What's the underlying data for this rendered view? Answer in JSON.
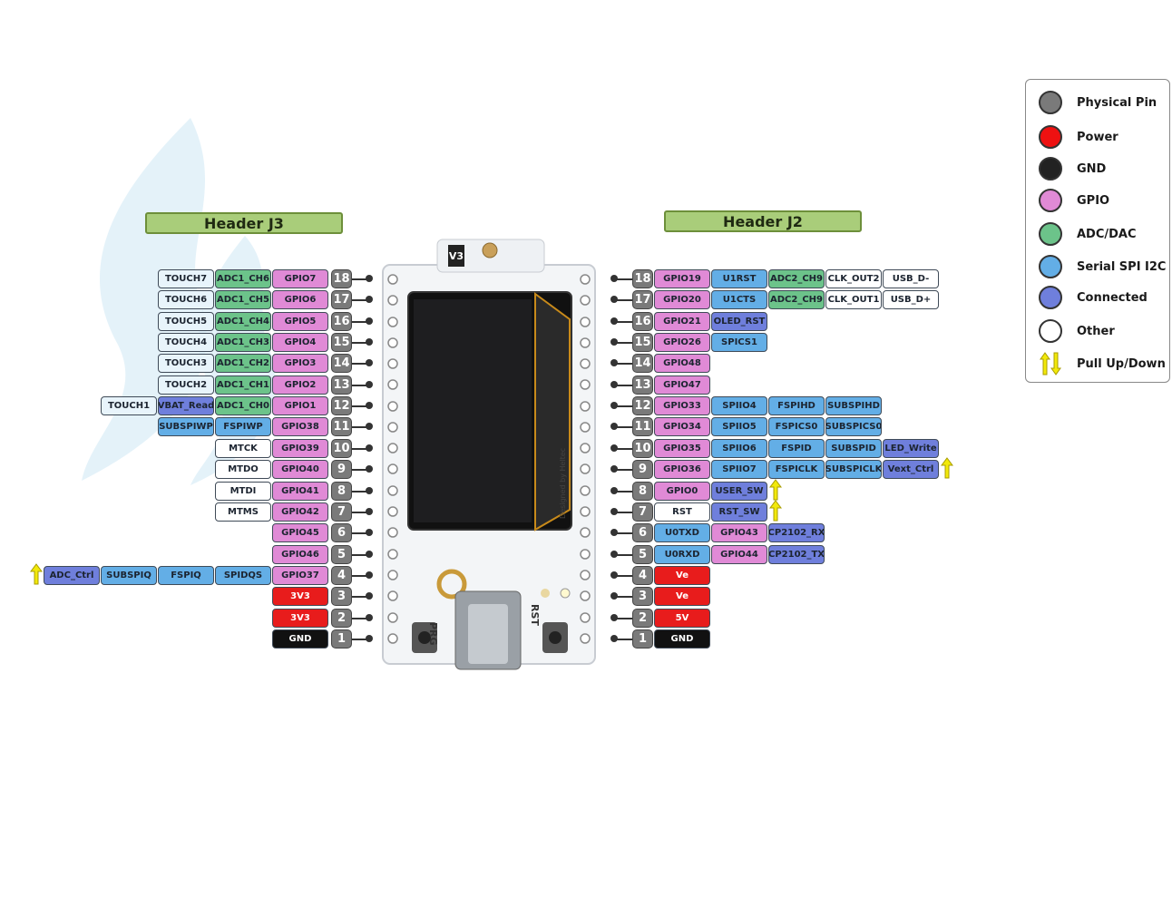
{
  "headers": {
    "j3": "Header J3",
    "j2": "Header J2"
  },
  "colors": {
    "physical": "#7a7a7a",
    "power": "#e81c1c",
    "gnd": "#111111",
    "gpio": "#e08ad6",
    "adc": "#6cc38a",
    "serial": "#63aee6",
    "connected": "#6f7fdc",
    "other": "#ffffff",
    "touch": "#e8f4fb"
  },
  "legend": [
    {
      "label": "Physical Pin",
      "color": "#7a7a7a",
      "kind": "circle"
    },
    {
      "label": "Power",
      "color": "#ee1111",
      "kind": "circle"
    },
    {
      "label": "GND",
      "color": "#222222",
      "kind": "circle"
    },
    {
      "label": "GPIO",
      "color": "#e08ad6",
      "kind": "circle"
    },
    {
      "label": "ADC/DAC",
      "color": "#6cc38a",
      "kind": "circle"
    },
    {
      "label": "Serial SPI I2C",
      "color": "#63aee6",
      "kind": "circle"
    },
    {
      "label": "Connected",
      "color": "#6f7fdc",
      "kind": "circle"
    },
    {
      "label": "Other",
      "color": "#ffffff",
      "kind": "circle"
    },
    {
      "label": "Pull Up/Down",
      "color": "#f2e90a",
      "kind": "arrows"
    }
  ],
  "board": {
    "label_v3": "V3",
    "label_prg": "PRG",
    "label_rst": "RST",
    "label_design": "Designed by Heltec"
  },
  "j3_pins": [
    {
      "num": "18",
      "labels": [
        {
          "t": "GPIO7",
          "c": "gpio"
        },
        {
          "t": "ADC1_CH6",
          "c": "adc"
        },
        {
          "t": "TOUCH7",
          "c": "touch"
        }
      ]
    },
    {
      "num": "17",
      "labels": [
        {
          "t": "GPIO6",
          "c": "gpio"
        },
        {
          "t": "ADC1_CH5",
          "c": "adc"
        },
        {
          "t": "TOUCH6",
          "c": "touch"
        }
      ]
    },
    {
      "num": "16",
      "labels": [
        {
          "t": "GPIO5",
          "c": "gpio"
        },
        {
          "t": "ADC1_CH4",
          "c": "adc"
        },
        {
          "t": "TOUCH5",
          "c": "touch"
        }
      ]
    },
    {
      "num": "15",
      "labels": [
        {
          "t": "GPIO4",
          "c": "gpio"
        },
        {
          "t": "ADC1_CH3",
          "c": "adc"
        },
        {
          "t": "TOUCH4",
          "c": "touch"
        }
      ]
    },
    {
      "num": "14",
      "labels": [
        {
          "t": "GPIO3",
          "c": "gpio"
        },
        {
          "t": "ADC1_CH2",
          "c": "adc"
        },
        {
          "t": "TOUCH3",
          "c": "touch"
        }
      ]
    },
    {
      "num": "13",
      "labels": [
        {
          "t": "GPIO2",
          "c": "gpio"
        },
        {
          "t": "ADC1_CH1",
          "c": "adc"
        },
        {
          "t": "TOUCH2",
          "c": "touch"
        }
      ]
    },
    {
      "num": "12",
      "labels": [
        {
          "t": "GPIO1",
          "c": "gpio"
        },
        {
          "t": "ADC1_CH0",
          "c": "adc"
        },
        {
          "t": "VBAT_Read",
          "c": "connected"
        },
        {
          "t": "TOUCH1",
          "c": "touch"
        }
      ]
    },
    {
      "num": "11",
      "labels": [
        {
          "t": "GPIO38",
          "c": "gpio"
        },
        {
          "t": "FSPIWP",
          "c": "serial"
        },
        {
          "t": "SUBSPIWP",
          "c": "serial"
        }
      ]
    },
    {
      "num": "10",
      "labels": [
        {
          "t": "GPIO39",
          "c": "gpio"
        },
        {
          "t": "MTCK",
          "c": "other"
        }
      ]
    },
    {
      "num": "9",
      "labels": [
        {
          "t": "GPIO40",
          "c": "gpio"
        },
        {
          "t": "MTDO",
          "c": "other"
        }
      ]
    },
    {
      "num": "8",
      "labels": [
        {
          "t": "GPIO41",
          "c": "gpio"
        },
        {
          "t": "MTDI",
          "c": "other"
        }
      ]
    },
    {
      "num": "7",
      "labels": [
        {
          "t": "GPIO42",
          "c": "gpio"
        },
        {
          "t": "MTMS",
          "c": "other"
        }
      ]
    },
    {
      "num": "6",
      "labels": [
        {
          "t": "GPIO45",
          "c": "gpio"
        }
      ]
    },
    {
      "num": "5",
      "labels": [
        {
          "t": "GPIO46",
          "c": "gpio"
        }
      ]
    },
    {
      "num": "4",
      "labels": [
        {
          "t": "GPIO37",
          "c": "gpio"
        },
        {
          "t": "SPIDQS",
          "c": "serial"
        },
        {
          "t": "FSPIQ",
          "c": "serial"
        },
        {
          "t": "SUBSPIQ",
          "c": "serial"
        },
        {
          "t": "ADC_Ctrl",
          "c": "connected"
        }
      ],
      "arrow": true
    },
    {
      "num": "3",
      "labels": [
        {
          "t": "3V3",
          "c": "power"
        }
      ]
    },
    {
      "num": "2",
      "labels": [
        {
          "t": "3V3",
          "c": "power"
        }
      ]
    },
    {
      "num": "1",
      "labels": [
        {
          "t": "GND",
          "c": "gnd"
        }
      ]
    }
  ],
  "j2_pins": [
    {
      "num": "18",
      "labels": [
        {
          "t": "GPIO19",
          "c": "gpio"
        },
        {
          "t": "U1RST",
          "c": "serial"
        },
        {
          "t": "ADC2_CH9",
          "c": "adc"
        },
        {
          "t": "CLK_OUT2",
          "c": "other"
        },
        {
          "t": "USB_D-",
          "c": "other"
        }
      ]
    },
    {
      "num": "17",
      "labels": [
        {
          "t": "GPIO20",
          "c": "gpio"
        },
        {
          "t": "U1CTS",
          "c": "serial"
        },
        {
          "t": "ADC2_CH9",
          "c": "adc"
        },
        {
          "t": "CLK_OUT1",
          "c": "other"
        },
        {
          "t": "USB_D+",
          "c": "other"
        }
      ]
    },
    {
      "num": "16",
      "labels": [
        {
          "t": "GPIO21",
          "c": "gpio"
        },
        {
          "t": "OLED_RST",
          "c": "connected"
        }
      ]
    },
    {
      "num": "15",
      "labels": [
        {
          "t": "GPIO26",
          "c": "gpio"
        },
        {
          "t": "SPICS1",
          "c": "serial"
        }
      ]
    },
    {
      "num": "14",
      "labels": [
        {
          "t": "GPIO48",
          "c": "gpio"
        }
      ]
    },
    {
      "num": "13",
      "labels": [
        {
          "t": "GPIO47",
          "c": "gpio"
        }
      ]
    },
    {
      "num": "12",
      "labels": [
        {
          "t": "GPIO33",
          "c": "gpio"
        },
        {
          "t": "SPIIO4",
          "c": "serial"
        },
        {
          "t": "FSPIHD",
          "c": "serial"
        },
        {
          "t": "SUBSPIHD",
          "c": "serial"
        }
      ]
    },
    {
      "num": "11",
      "labels": [
        {
          "t": "GPIO34",
          "c": "gpio"
        },
        {
          "t": "SPIIO5",
          "c": "serial"
        },
        {
          "t": "FSPICS0",
          "c": "serial"
        },
        {
          "t": "SUBSPICS0",
          "c": "serial"
        }
      ]
    },
    {
      "num": "10",
      "labels": [
        {
          "t": "GPIO35",
          "c": "gpio"
        },
        {
          "t": "SPIIO6",
          "c": "serial"
        },
        {
          "t": "FSPID",
          "c": "serial"
        },
        {
          "t": "SUBSPID",
          "c": "serial"
        },
        {
          "t": "LED_Write",
          "c": "connected"
        }
      ]
    },
    {
      "num": "9",
      "labels": [
        {
          "t": "GPIO36",
          "c": "gpio"
        },
        {
          "t": "SPIIO7",
          "c": "serial"
        },
        {
          "t": "FSPICLK",
          "c": "serial"
        },
        {
          "t": "SUBSPICLK",
          "c": "serial"
        },
        {
          "t": "Vext_Ctrl",
          "c": "connected"
        }
      ],
      "arrow": true
    },
    {
      "num": "8",
      "labels": [
        {
          "t": "GPIO0",
          "c": "gpio"
        },
        {
          "t": "USER_SW",
          "c": "connected"
        }
      ],
      "arrow": true
    },
    {
      "num": "7",
      "labels": [
        {
          "t": "RST",
          "c": "other"
        },
        {
          "t": "RST_SW",
          "c": "connected"
        }
      ],
      "arrow": true
    },
    {
      "num": "6",
      "labels": [
        {
          "t": "U0TXD",
          "c": "serial"
        },
        {
          "t": "GPIO43",
          "c": "gpio"
        },
        {
          "t": "CP2102_RX",
          "c": "connected"
        }
      ]
    },
    {
      "num": "5",
      "labels": [
        {
          "t": "U0RXD",
          "c": "serial"
        },
        {
          "t": "GPIO44",
          "c": "gpio"
        },
        {
          "t": "CP2102_TX",
          "c": "connected"
        }
      ]
    },
    {
      "num": "4",
      "labels": [
        {
          "t": "Ve",
          "c": "power"
        }
      ]
    },
    {
      "num": "3",
      "labels": [
        {
          "t": "Ve",
          "c": "power"
        }
      ]
    },
    {
      "num": "2",
      "labels": [
        {
          "t": "5V",
          "c": "power"
        }
      ]
    },
    {
      "num": "1",
      "labels": [
        {
          "t": "GND",
          "c": "gnd"
        }
      ]
    }
  ]
}
